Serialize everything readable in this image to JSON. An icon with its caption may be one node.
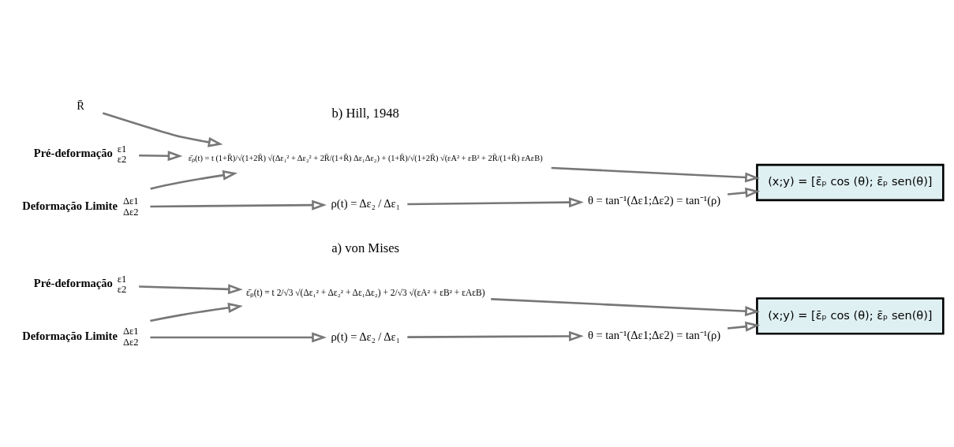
{
  "diagram": {
    "nodes": [
      {
        "text": [
          "Pré-deformação"
        ],
        "beside": [
          "ε1",
          "ε2"
        ]
      },
      {
        "text": [
          "Deformação Limite"
        ],
        "beside": [
          "Δε1",
          "Δε2"
        ]
      },
      {
        "text": [
          "ε̄ₚ(t) = t 2/√3 √(Δε₁² + Δε₂² + Δε₁Δε₂) + 2/√3 √(εA² + εB² + εAεB)"
        ]
      },
      {
        "text": [
          "ρ(t) = Δε₂ / Δε₁"
        ]
      },
      {
        "text": [
          "θ = tan⁻¹(Δε1;Δε2) = tan⁻¹(ρ)"
        ]
      },
      {
        "text": [
          "(x;y) = [ε̄ₚ cos (θ); ε̄ₚ sen(θ)]"
        ]
      },
      {
        "text": [
          "R̄"
        ]
      },
      {
        "text": [
          "Pré-deformação"
        ],
        "beside": [
          "ε1",
          "ε2"
        ]
      },
      {
        "text": [
          "Deformação Limite"
        ],
        "beside": [
          "Δε1",
          "Δε2"
        ]
      },
      {
        "text": [
          "ε̄ₚ(t) = t (1+R̄)/√(1+2R̄) √(Δε₁² + Δε₂² + 2R̄/(1+R̄) Δε₁Δε₂) + (1+R̄)/√(1+2R̄) √(εA² + εB² + 2R̄/(1+R̄) εAεB)"
        ]
      },
      {
        "text": [
          "ρ(t) = Δε₂ / Δε₁"
        ]
      },
      {
        "text": [
          "θ = tan⁻¹(Δε1;Δε2) = tan⁻¹(ρ)"
        ]
      },
      {
        "text": [
          "(x;y) = [ε̄ₚ cos (θ); ε̄ₚ sen(θ)]"
        ]
      }
    ],
    "edges": [
      {
        "from": 0,
        "to": 2,
        "arrow": "to"
      },
      {
        "from": 1,
        "to": 2,
        "arrow": "to"
      },
      {
        "from": 1,
        "to": 3,
        "arrow": "to"
      },
      {
        "from": 3,
        "to": 4,
        "arrow": "to"
      },
      {
        "from": 2,
        "to": 5,
        "arrow": "to"
      },
      {
        "from": 4,
        "to": 5,
        "arrow": "to"
      },
      {
        "from": 6,
        "to": 9,
        "arrow": "to"
      },
      {
        "from": 7,
        "to": 9,
        "arrow": "to"
      },
      {
        "from": 8,
        "to": 9,
        "arrow": "to"
      },
      {
        "from": 8,
        "to": 10,
        "arrow": "to"
      },
      {
        "from": 10,
        "to": 11,
        "arrow": "to"
      },
      {
        "from": 9,
        "to": 12,
        "arrow": "to"
      },
      {
        "from": 11,
        "to": 12,
        "arrow": "to"
      }
    ],
    "labels": [
      "a) von Mises",
      "b) Hill, 1948"
    ]
  }
}
